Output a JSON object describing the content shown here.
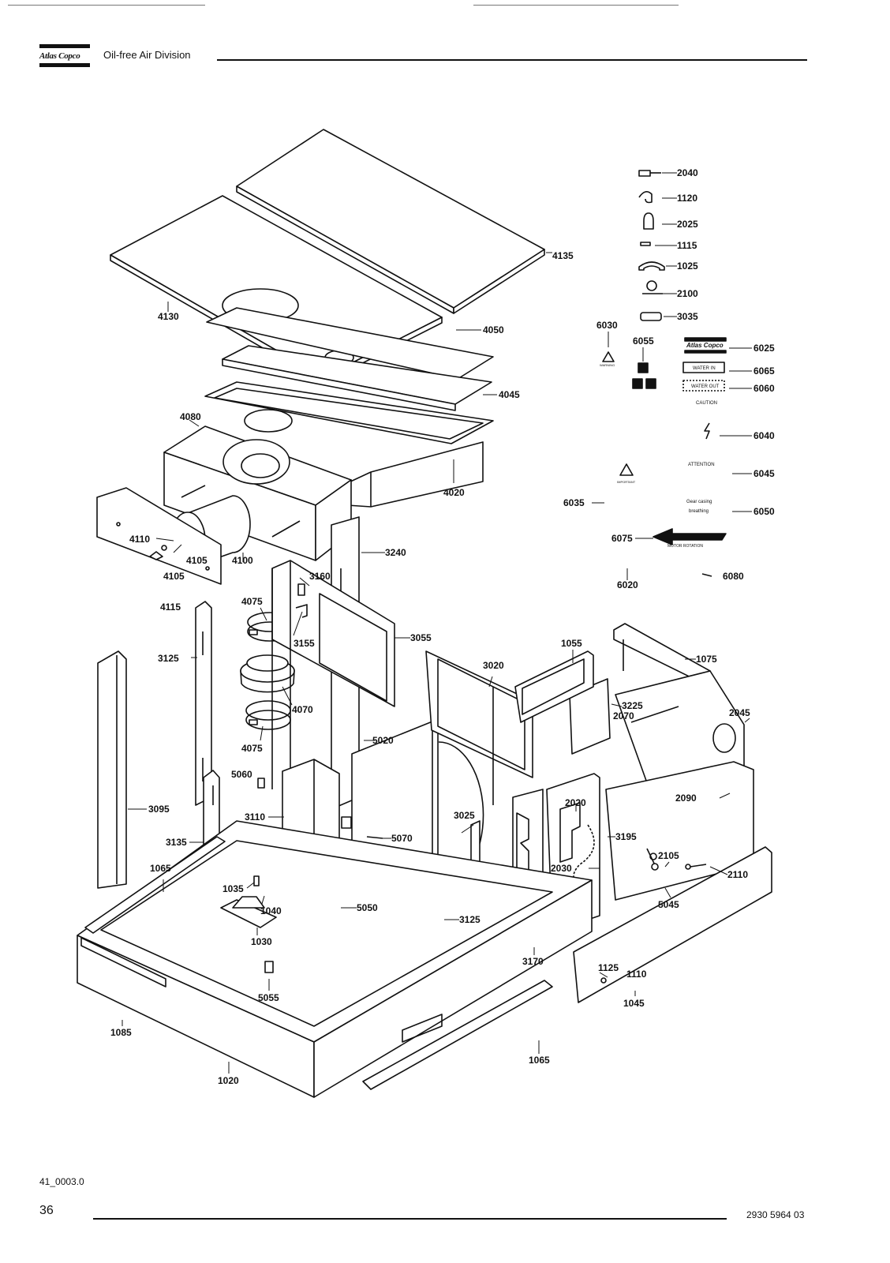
{
  "header": {
    "logo_text": "Atlas Copco",
    "division": "Oil-free Air Division"
  },
  "footer": {
    "drawing_number": "41_0003.0",
    "page_number": "36",
    "document_number": "2930 5964 03"
  },
  "decals": {
    "logo_text": "Atlas Copco",
    "water_in": "WATER IN",
    "water_out": "WATER OUT",
    "caution": "CAUTION",
    "attention": "ATTENTION",
    "gear_casing": "Gear casing",
    "breathing": "breathing",
    "warning": "WARNING",
    "important": "IMPORTANT",
    "motor_rotation": "MOTOR ROTATION"
  },
  "callouts": {
    "c1020": "1020",
    "c1025": "1025",
    "c1030": "1030",
    "c1035": "1035",
    "c1040": "1040",
    "c1045": "1045",
    "c1055": "1055",
    "c1065a": "1065",
    "c1065b": "1065",
    "c1075": "1075",
    "c1085": "1085",
    "c1110": "1110",
    "c1115": "1115",
    "c1120": "1120",
    "c1125": "1125",
    "c2020": "2020",
    "c2025": "2025",
    "c2030": "2030",
    "c2040": "2040",
    "c2045": "2045",
    "c2070": "2070",
    "c2090": "2090",
    "c2100": "2100",
    "c2105": "2105",
    "c2110": "2110",
    "c3020": "3020",
    "c3025": "3025",
    "c3035": "3035",
    "c3055": "3055",
    "c3095": "3095",
    "c3110": "3110",
    "c3125a": "3125",
    "c3125b": "3125",
    "c3135": "3135",
    "c3155": "3155",
    "c3160": "3160",
    "c3170": "3170",
    "c3195": "3195",
    "c3225": "3225",
    "c3240": "3240",
    "c4020": "4020",
    "c4045": "4045",
    "c4050": "4050",
    "c4075a": "4075",
    "c4075b": "4075",
    "c4070": "4070",
    "c4080": "4080",
    "c4100": "4100",
    "c4105a": "4105",
    "c4105b": "4105",
    "c4110": "4110",
    "c4115": "4115",
    "c4130": "4130",
    "c4135": "4135",
    "c5020": "5020",
    "c5045": "5045",
    "c5050": "5050",
    "c5055": "5055",
    "c5060": "5060",
    "c5070": "5070",
    "c6020": "6020",
    "c6025": "6025",
    "c6030": "6030",
    "c6035": "6035",
    "c6040": "6040",
    "c6045": "6045",
    "c6050": "6050",
    "c6055": "6055",
    "c6060": "6060",
    "c6065": "6065",
    "c6075": "6075",
    "c6080": "6080"
  }
}
